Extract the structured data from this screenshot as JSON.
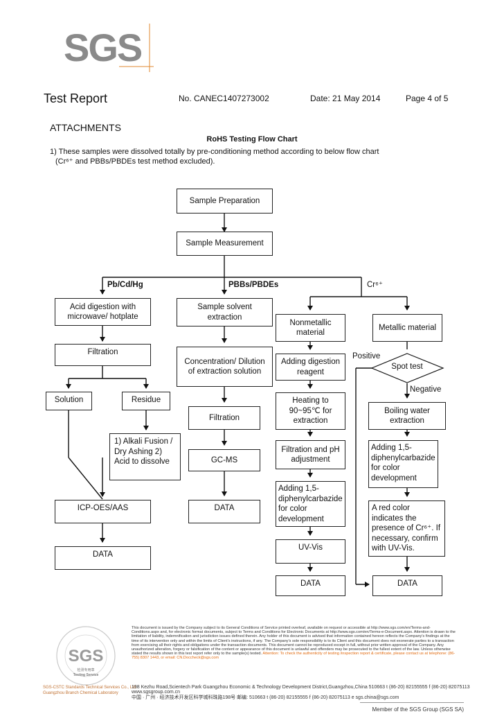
{
  "header": {
    "title": "Test Report",
    "report_no": "No. CANEC1407273002",
    "date": "Date: 21 May 2014",
    "page": "Page 4 of 5"
  },
  "logo": {
    "text": "SGS"
  },
  "section": {
    "heading": "ATTACHMENTS",
    "chart_title": "RoHS Testing Flow Chart",
    "intro_line1": "1) These samples were dissolved totally by pre-conditioning method according to below flow chart",
    "intro_line2": "(Cr⁶⁺ and PBBs/PBDEs test method excluded)."
  },
  "flow": {
    "sample_prep": "Sample Preparation",
    "sample_meas": "Sample Measurement",
    "branch_pb": "Pb/Cd/Hg",
    "branch_pbb": "PBBs/PBDEs",
    "branch_cr": "Cr⁶⁺",
    "acid_digestion": "Acid digestion with microwave/ hotplate",
    "filtration1": "Filtration",
    "solution": "Solution",
    "residue": "Residue",
    "alkali": "1) Alkali Fusion / Dry Ashing 2) Acid to dissolve",
    "icp": "ICP-OES/AAS",
    "data1": "DATA",
    "solvent_extraction": "Sample solvent extraction",
    "concentration": "Concentration/ Dilution of extraction solution",
    "filtration2": "Filtration",
    "gcms": "GC-MS",
    "data2": "DATA",
    "nonmetallic": "Nonmetallic material",
    "metallic": "Metallic material",
    "adding_digestion": "Adding digestion reagent",
    "heating": "Heating to 90~95℃ for extraction",
    "filtration_ph": "Filtration and pH adjustment",
    "adding_dpc1": "Adding 1,5-diphenylcarbazide for color development",
    "uvvis": "UV-Vis",
    "data3": "DATA",
    "spot_test": "Spot test",
    "positive": "Positive",
    "negative": "Negative",
    "boiling": "Boiling water extraction",
    "adding_dpc2": "Adding 1,5-diphenylcarbazide for color development",
    "red_color": "A red color indicates the presence of Cr⁶⁺. If necessary, confirm with UV-Vis.",
    "data4": "DATA"
  },
  "footer": {
    "disclaimer": "This document is issued by the Company subject to its General Conditions of Service printed overleaf, available on request or accessible at http://www.sgs.com/en/Terms-and-Conditions.aspx and, for electronic format documents, subject to Terms and Conditions for Electronic Documents at http://www.sgs.com/en/Terms-e-Document.aspx. Attention is drawn to the limitation of liability, indemnification and jurisdiction issues defined therein. Any holder of this document is advised that information contained hereon reflects the Company's findings at the time of its intervention only and within the limits of Client's instructions, if any. The Company's sole responsibility is to its Client and this document does not exonerate parties to a transaction from exercising all their rights and obligations under the transaction documents. This document cannot be reproduced except in full, without prior written approval of the Company. Any unauthorized alteration, forgery or falsification of the content or appearance of this document is unlawful and offenders may be prosecuted to the fullest extent of the law. Unless otherwise stated the results shown in this test report refer only to the sample(s) tested.",
    "attention": "Attention: To check the authenticity of testing /inspection report & certificate, please contact us at telephone: (86-755) 8307 1443, or email: CN.Doccheck@sgs.com",
    "address_en": "198 Kezhu Road,Scientech Park Guangzhou Economic & Technology Development District,Guangzhou,China  510663   t (86-20) 82155555   f (86-20) 82075113   www.sgsgroup.com.cn",
    "address_cn": "中国 · 广州 · 经济技术开发区科学城科珠路198号          邮编: 510663   t (86-20) 82155555   f (86-20) 82075113   e sgs.china@sgs.com",
    "stamp_line1": "SGS-CSTC Standards Technical Services Co., Ltd.",
    "stamp_line2": "Guangzhou Branch Chemical Laboratory",
    "stamp_text1": "检测专用章",
    "stamp_text2": "Testing Service",
    "member": "Member of the SGS Group (SGS SA)"
  }
}
